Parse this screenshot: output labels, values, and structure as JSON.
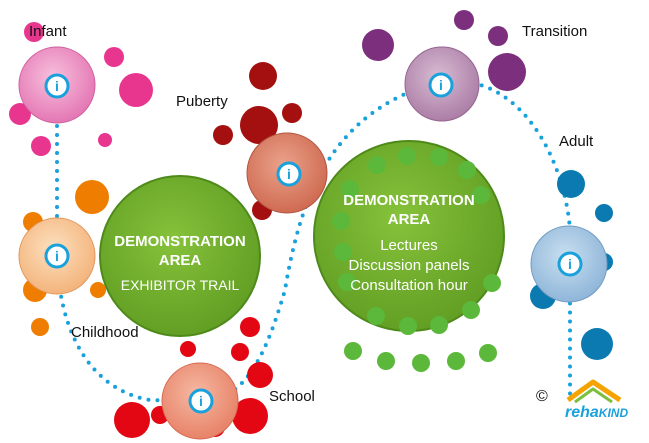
{
  "stages": {
    "infant": "Infant",
    "transition": "Transition",
    "puberty": "Puberty",
    "adult": "Adult",
    "childhood": "Childhood",
    "school": "School"
  },
  "area_left": {
    "title_line1": "DEMONSTRATION",
    "title_line2": "AREA",
    "subtitle": "EXHIBITOR TRAIL"
  },
  "area_right": {
    "title_line1": "DEMONSTRATION",
    "title_line2": "AREA",
    "items": [
      "Lectures",
      "Discussion panels",
      "Consultation hour"
    ]
  },
  "info_icon_glyph": "i",
  "copyright": "©",
  "logo": {
    "part1": "reha",
    "part2": "KIND"
  },
  "colors": {
    "dotted_path": "#1aa1dc",
    "demo_green": "#6cae2d",
    "demo_dot_green": "#5cb83a",
    "infant": "#e8368f",
    "childhood": "#ef7d00",
    "school": "#e30613",
    "puberty": "#a3100f",
    "transition": "#7b2f7c",
    "adult": "#0a7ab0"
  }
}
